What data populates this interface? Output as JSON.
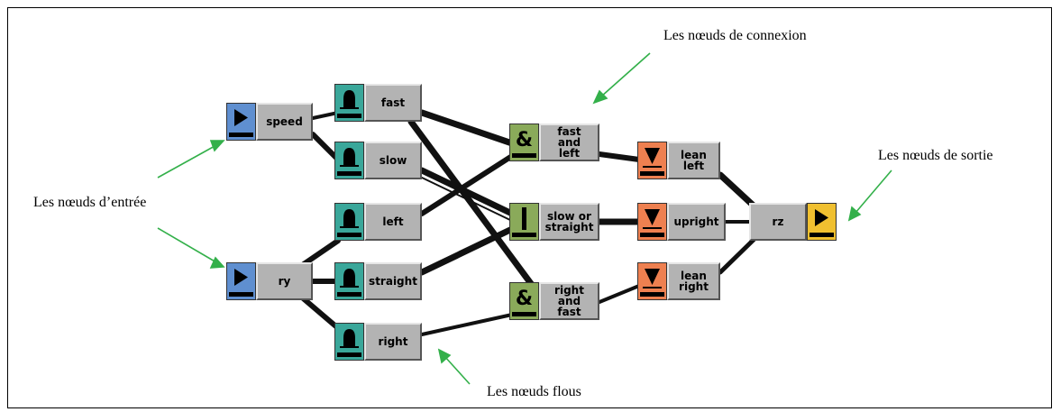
{
  "annotations": {
    "connection_nodes": "Les nœuds de connexion",
    "output_nodes": "Les nœuds de sortie",
    "input_nodes": "Les nœuds d’entrée",
    "fuzzy_nodes": "Les nœuds flous"
  },
  "nodes": {
    "speed": "speed",
    "ry": "ry",
    "fast": "fast",
    "slow": "slow",
    "left": "left",
    "straight": "straight",
    "right": "right",
    "fast_and_left": "fast and left",
    "slow_or_straight": "slow or straight",
    "right_and_fast": "right and fast",
    "lean_left": "lean left",
    "upright": "upright",
    "lean_right": "lean right",
    "rz": "rz"
  },
  "icons": {
    "input": "right-arrow-icon",
    "fuzzy": "bell-icon",
    "and": "ampersand-icon",
    "or": "bar-icon",
    "rule": "down-triangle-icon",
    "output": "right-arrow-icon"
  },
  "colors": {
    "input_icon": "#5f8fd0",
    "fuzzy_icon": "#3aa79a",
    "and_icon": "#8aaa5a",
    "or_icon": "#8aaa5a",
    "rule_icon": "#ee8050",
    "output_icon": "#f0c030",
    "node_body": "#b3b3b3",
    "annotation_arrow": "#33b04a"
  }
}
